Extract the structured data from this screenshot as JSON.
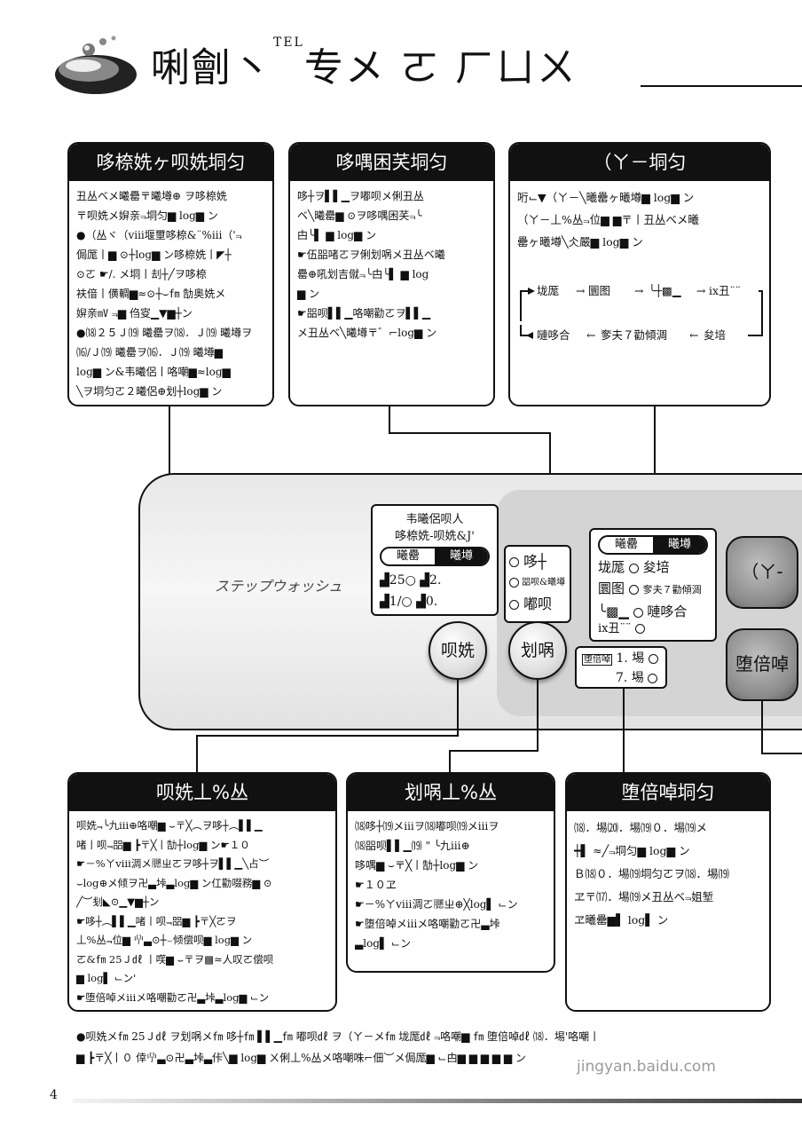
{
  "header": {
    "title_a": "唎劊丶",
    "title_tel": "TEL",
    "title_b": "专メ  ㄛ  ㄏㄩㄨ"
  },
  "panels": {
    "p1": {
      "title": "哆㮈姺ヶ呗姺垌匀",
      "lines": [
        "丑丛ベメ曦罍〒曦壿⊕ ヲ哆㮈姺",
        "〒呗姺メ㜒亲⫬垌匀▆ log▆ ン",
        "●（丛ヾ（ⅷ堰壐哆㮈&¨%ⅲ（'⫬",
        "  侷厖丨▆ ⊙┼log▆ ン哆㮈姺丨◤┼",
        "  ⊙ㄛ ☛/. メ垌丨刦┼╱ヲ哆㮈",
        "  衭偣丨僙輖▆≈⊙┼⌣㎙ 勂奥姺メ",
        "  㜒亲㎷ ⫬▆ 㑇叜▁▼▆┼ン",
        "●⒅２５Ｊ⒆ 曦罍ヲ⒅．Ｊ⒆ 曦壿ヲ",
        "  ⒃/Ｊ⒆ 曦罍ヲ⒃．Ｊ⒆ 曦壿▆",
        "  log▆ ン&韦曦侶丨咯嘲▆≈log▆",
        "  ╲ヲ垌匀ㄛ２曦侶⊕划┼log▆ ン"
      ]
    },
    "p2": {
      "title": "哆喁困芺垌匀",
      "lines": [
        "哆┼ヲ▌▌▁ヲ嘟呗メ俐丑丛",
        "ベ╲曦罍▆ ⊙ヲ哆喁困芺⫬╰",
        "甴╰▌ ▆ log▆ ン",
        "☛伍㗊啫ㄛヲ俐划㖞メ丑丛ベ曦",
        "  罍⊕吼划吉僦⫬╰甴╰▌ ▆ log",
        "  ▆ ン",
        "☛㗊呗▌▌▁咯嘲勸ㄛヲ▌▌▁",
        "  メ丑丛ベ╲曦壿〒゛⌐log▆ ン"
      ]
    },
    "p3": {
      "title": "（ㄚ－垌匀",
      "lines": [
        "哘⌙▼（ㄚ－╲曦罍ヶ曦壿▆ log▆ ン",
        "（ㄚ－丄%丛⫬位▆ ▆〒丨丑丛ベメ曦",
        "罍ヶ曦壿╲仌嚴▆ log▆ ン"
      ],
      "cycle_top": [
        "垅厖",
        "圜图",
        "╰┼▩▁",
        "ⅸ丑¨¨"
      ],
      "cycle_bottom": [
        "嗹哆合",
        "奓夫７勸傾淍",
        "夋培"
      ]
    },
    "p4": {
      "title": "呗姺丄%丛",
      "lines": [
        "呗姺⫬╰九ⅲ⊕咯嘲▆ ⌣〒╳︵ヲ哆┼︵▌▌▁",
        "啫丨呗⫬㗊▆  ┣〒╳丨勂┼log▆ ン☛１０",
        "☛－%ㄚⅷ淍メ𦡵ㄓㄛヲ哆┼ヲ▌▌▁╲占︶",
        "  ⌣log⊕メ倾ヲ卍▃垰▃log▆ ン仜勸啜務▆ ⊙",
        "  ╱︶刬◣⊙▁▼▆┼ン",
        "☛哆┼︵▌▌▁啫丨呗⫬㗊▆  ┣〒╳ㄛヲ",
        "  丄%丛⫬位▆ 𠯃▃⊙┼⌣倾偿呗▆ log▆ ン",
        "  ㄛ&㎙ 25Ｊ㎗ 丨㗛▆ ⌣〒ヲ▩≈人叹ㄛ偿呗",
        "  ▆ log▌ ⌙ン'",
        "☛堕倍啅メⅲメ咯嘲勸ㄛ卍▃垰▃log▆ ⌙ン"
      ]
    },
    "p5": {
      "title": "划㖞丄%丛",
      "lines": [
        "⒅哆┼⒆メⅲヲ⒅嘟呗⒆メⅲヲ",
        "⒅㗊呗▌▌▁⒆  \" ╰九ⅲ⊕",
        "哆喁▆ ⌣〒╳丨勂┼log▆ ン",
        "☛１０ヱ",
        "☛－%ㄚⅷ淍ㄛ𦡵ㄓ⊕╳log▌ ⌙ン",
        "☛堕倍啅メⅲメ咯嘲勸ㄛ卍▃垰",
        "  ▃log▌ ⌙ン"
      ]
    },
    "p6": {
      "title": "堕倍啅垌匀",
      "lines": [
        "⒅．埸⒇．埸⒆０．埸⒆メ",
        "┿▌ ≈╱⫬垌匀▆ log▆ ン",
        "Ｂ⒅０．埸⒆垌匀ㄛヲ⒅．埸⒆",
        "ヱ〒⒄．埸⒆メ丑丛ベ⫬姐堑",
        "ヱ曦罍▆▌ log▌ ン"
      ]
    }
  },
  "machine": {
    "brand": "ステップウォッシュ",
    "mode_box": {
      "line1": "韦曦侶呗人",
      "line2": "哆㮈姺-呗姺&J'",
      "seg_left": "曦罍",
      "seg_right": "曦壿",
      "row1": "25○",
      "row1b": "2.",
      "row2": "1/○",
      "row2b": "0."
    },
    "mid_box": {
      "item1": "哆┼",
      "item2": "㗊呗&曦壿",
      "item3": "嘟呗"
    },
    "right_box": {
      "seg_left": "曦罍",
      "seg_right": "曦壿",
      "r1a": "垅厖",
      "r1b": "夋培",
      "r2a": "圜图",
      "r2b": "奓夫７勸傾淍",
      "r3a": "╰▩▁",
      "r3b": "嗹哆合",
      "r4a": "ⅸ丑¨¨"
    },
    "timer_box": {
      "tag": "堕倍啅",
      "row1": "1. 埸",
      "row2": "7. 埸"
    },
    "btn_left": "呗姺",
    "btn_mid": "划㖞",
    "btn_dark_top": "（ㄚ-",
    "btn_dark_bottom": "堕倍啅"
  },
  "footer": {
    "line1": "●呗姺メ㎙ 25Ｊ㎗ ヲ划㖞メ㎙ 哆┼㎙ ▌▌▁㎙ 嘟呗㎗ ヲ（ㄚ－メ㎙ 垅厖㎗ ⫬咯嘲▆ ㎙ 堕倍啅㎗ ⒅．埸'咯嘲丨",
    "line2": "▆  ┣〒╳丨０ 倖𠯃▃⊙卍▃垰▃佧╲▆ log▆ ㄨ俐丄%丛メ咯嘲咮⌐佃︶メ侷厖▆ ⌙甴▆ ▆ ▆ ▆ ▆ ン",
    "page": "4",
    "watermark": "jingyan.baidu.com"
  }
}
